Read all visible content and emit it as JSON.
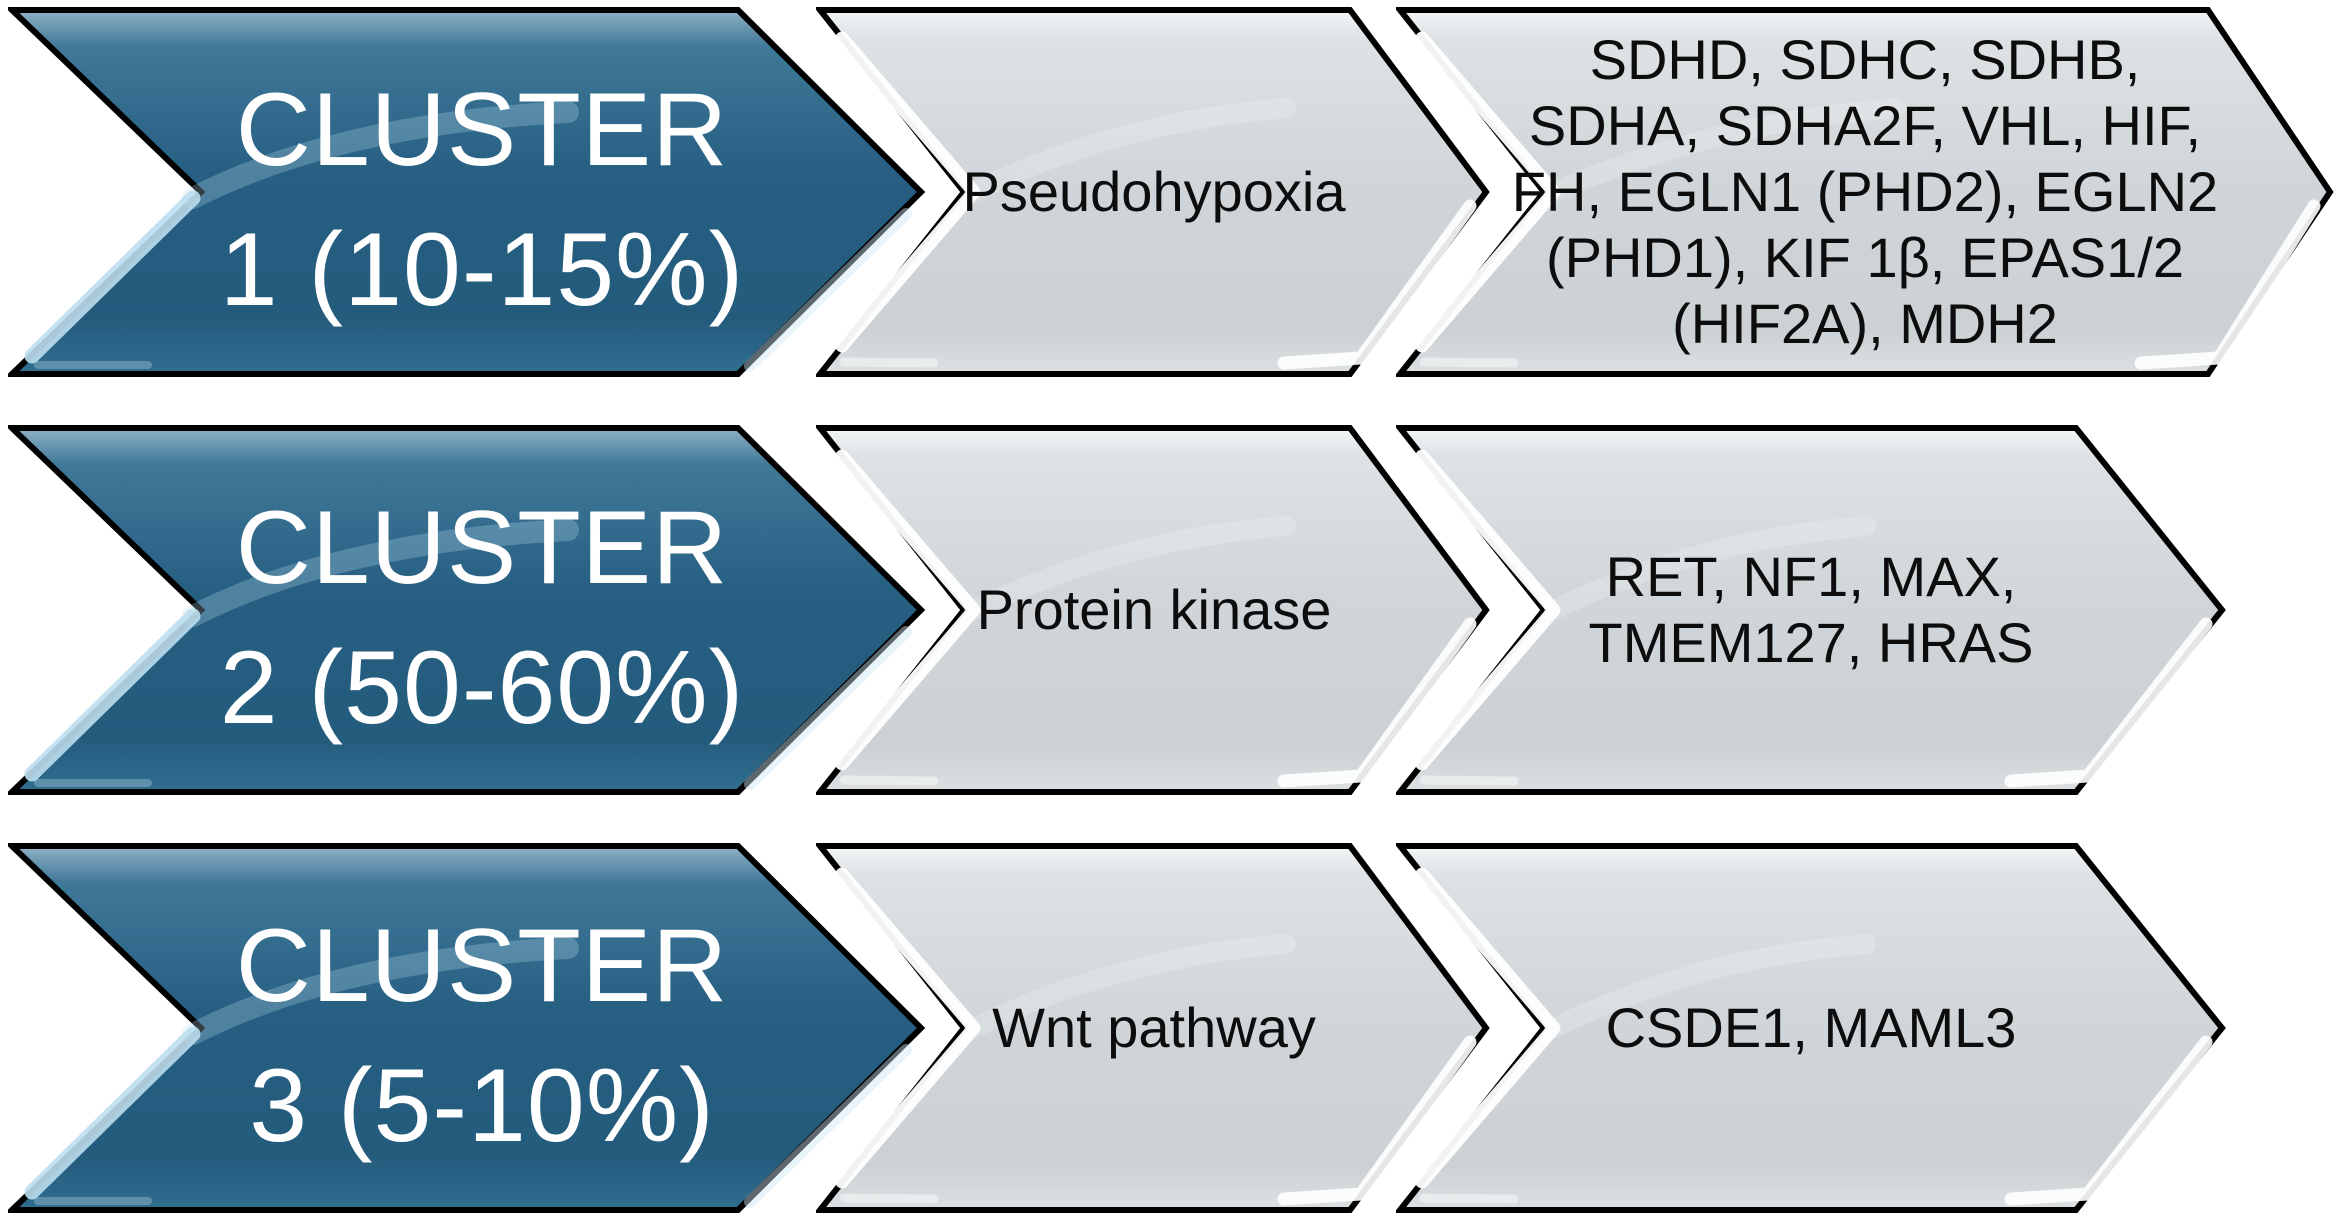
{
  "colors": {
    "cluster_fill": "#265f82",
    "cluster_fill_top": "#407899",
    "stage_fill": "#cfd5d8",
    "stage_fill_top": "#dde2e4",
    "outline": "#000000"
  },
  "rows": [
    {
      "cluster": {
        "line1": "CLUSTER",
        "line2": "1 (10-15%)"
      },
      "pathway": "Pseudohypoxia",
      "genes": "SDHD, SDHC, SDHB, SDHA, SDHA2F, VHL, HIF, FH, EGLN1 (PHD2), EGLN2 (PHD1), KIF 1β, EPAS1/2 (HIF2A), MDH2"
    },
    {
      "cluster": {
        "line1": "CLUSTER",
        "line2": "2 (50-60%)"
      },
      "pathway": "Protein kinase",
      "genes": "RET, NF1, MAX, TMEM127, HRAS"
    },
    {
      "cluster": {
        "line1": "CLUSTER",
        "line2": "3 (5-10%)"
      },
      "pathway": "Wnt pathway",
      "genes": "CSDE1, MAML3"
    }
  ]
}
